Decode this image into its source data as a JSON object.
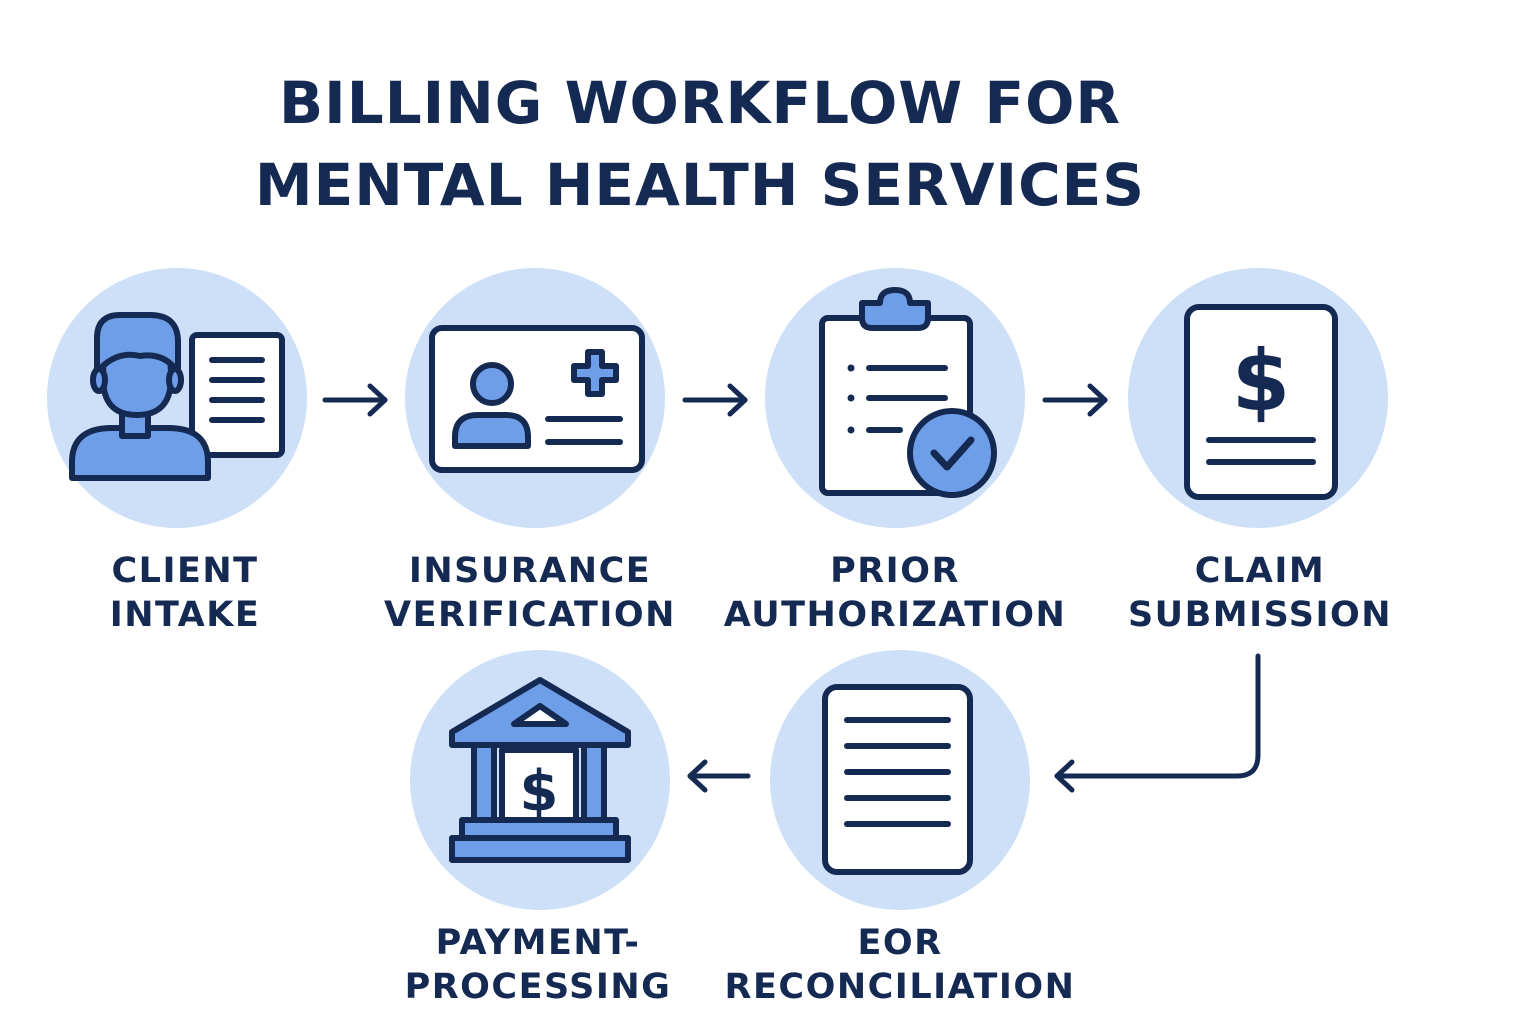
{
  "title": {
    "line1": "BILLING WORKFLOW FOR",
    "line2": "MENTAL HEALTH SERVICES"
  },
  "steps": [
    {
      "icon": "client-intake-icon",
      "line1": "CLIENT",
      "line2": "INTAKE"
    },
    {
      "icon": "insurance-card-icon",
      "line1": "INSURANCE",
      "line2": "VERIFICATION"
    },
    {
      "icon": "clipboard-check-icon",
      "line1": "PRIOR",
      "line2": "AUTHORIZATION"
    },
    {
      "icon": "dollar-document-icon",
      "line1": "CLAIM",
      "line2": "SUBMISSION"
    },
    {
      "icon": "document-lines-icon",
      "line1": "EOR",
      "line2": "RECONCILIATION"
    },
    {
      "icon": "bank-dollar-icon",
      "line1": "PAYMENT-",
      "line2": "PROCESSING"
    }
  ],
  "colors": {
    "navy": "#152a52",
    "circle": "#cde0f7",
    "icon_fill": "#6f9ee8",
    "icon_light": "#ffffff"
  }
}
